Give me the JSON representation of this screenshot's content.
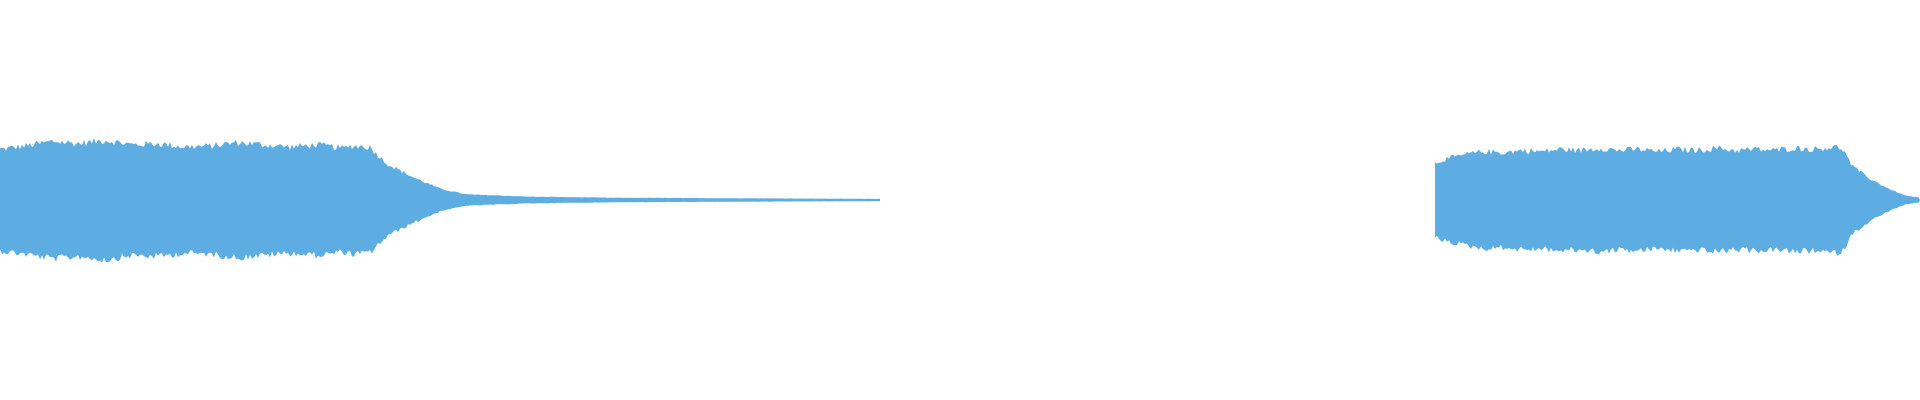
{
  "waveform": {
    "color": "#5dade2",
    "background": "#ffffff",
    "segments": [
      {
        "name": "segment-1",
        "envelope": [
          [
            0.0,
            0.45
          ],
          [
            0.03,
            0.48
          ],
          [
            0.06,
            0.52
          ],
          [
            0.09,
            0.5
          ],
          [
            0.12,
            0.53
          ],
          [
            0.15,
            0.49
          ],
          [
            0.18,
            0.5
          ],
          [
            0.21,
            0.47
          ],
          [
            0.24,
            0.48
          ],
          [
            0.27,
            0.51
          ],
          [
            0.3,
            0.49
          ],
          [
            0.33,
            0.47
          ],
          [
            0.36,
            0.49
          ],
          [
            0.39,
            0.46
          ],
          [
            0.4,
            0.48
          ],
          [
            0.42,
            0.47
          ],
          [
            0.44,
            0.32
          ],
          [
            0.47,
            0.2
          ],
          [
            0.5,
            0.1
          ],
          [
            0.53,
            0.05
          ],
          [
            0.6,
            0.03
          ],
          [
            0.7,
            0.02
          ],
          [
            0.85,
            0.015
          ],
          [
            1.0,
            0.01
          ]
        ]
      },
      {
        "name": "segment-2",
        "envelope": [
          [
            0.0,
            0.33
          ],
          [
            0.02,
            0.36
          ],
          [
            0.06,
            0.4
          ],
          [
            0.1,
            0.43
          ],
          [
            0.14,
            0.42
          ],
          [
            0.18,
            0.44
          ],
          [
            0.22,
            0.43
          ],
          [
            0.26,
            0.45
          ],
          [
            0.3,
            0.44
          ],
          [
            0.34,
            0.46
          ],
          [
            0.38,
            0.44
          ],
          [
            0.42,
            0.45
          ],
          [
            0.46,
            0.43
          ],
          [
            0.5,
            0.45
          ],
          [
            0.54,
            0.44
          ],
          [
            0.58,
            0.46
          ],
          [
            0.62,
            0.44
          ],
          [
            0.66,
            0.45
          ],
          [
            0.7,
            0.44
          ],
          [
            0.74,
            0.46
          ],
          [
            0.78,
            0.45
          ],
          [
            0.82,
            0.47
          ],
          [
            0.84,
            0.46
          ],
          [
            0.86,
            0.3
          ],
          [
            0.9,
            0.18
          ],
          [
            0.94,
            0.09
          ],
          [
            0.97,
            0.04
          ],
          [
            1.0,
            0.02
          ]
        ]
      }
    ]
  }
}
